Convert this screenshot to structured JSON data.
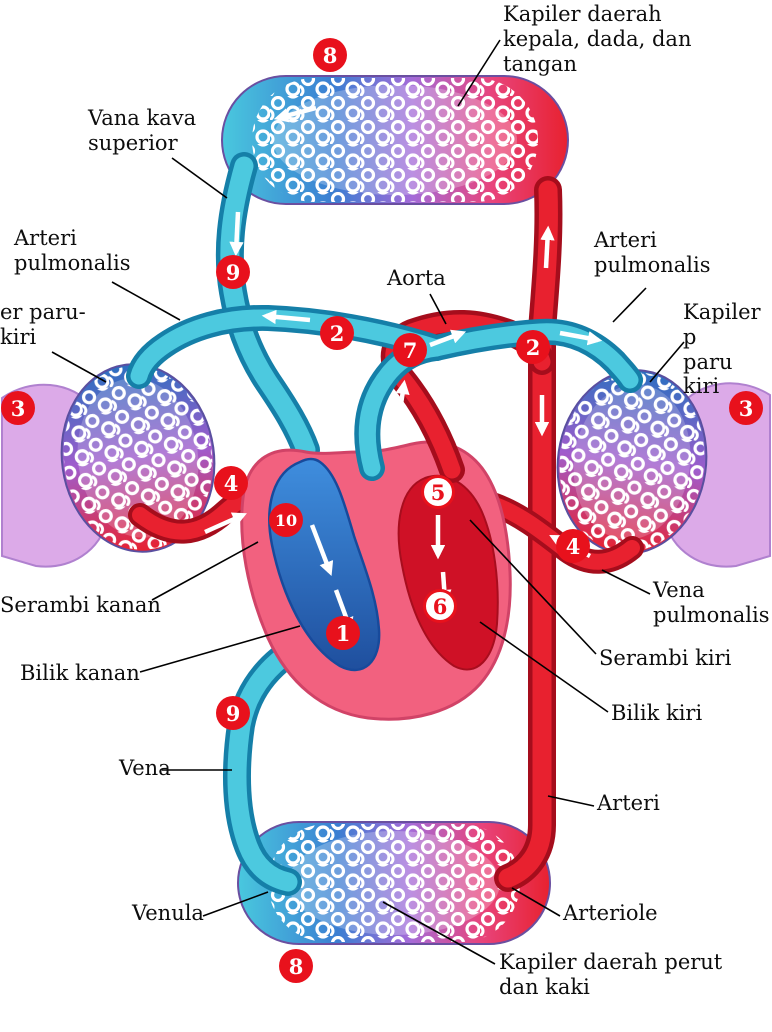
{
  "figure": {
    "colors": {
      "background": "#ffffff",
      "artery_red": "#e8212f",
      "artery_dark": "#a50d1c",
      "vein_cyan": "#4cc9df",
      "vein_blue": "#2b6fc0",
      "lung_purple": "#dcaae8",
      "heart_pink": "#f2617f",
      "badge_red": "#e8111c",
      "text": "#0d0d0d"
    },
    "labels": [
      {
        "id": "kapiler-kepala",
        "text": "Kapiler daerah\nkepala, dada, dan\ntangan"
      },
      {
        "id": "vana-kava-superior",
        "text": "Vana kava\nsuperior"
      },
      {
        "id": "arteri-pulmonalis-left",
        "text": "Arteri\npulmonalis"
      },
      {
        "id": "kapiler-paru-left",
        "text": "er paru-\nkiri"
      },
      {
        "id": "aorta",
        "text": "Aorta"
      },
      {
        "id": "arteri-pulmonalis-right",
        "text": "Arteri\npulmonalis"
      },
      {
        "id": "kapiler-paru-right",
        "text": "Kapiler p\nparu kiri"
      },
      {
        "id": "serambi-kanan",
        "text": "Serambi kanan"
      },
      {
        "id": "bilik-kanan",
        "text": "Bilik kanan"
      },
      {
        "id": "vena-pulmonalis",
        "text": "Vena\npulmonalis"
      },
      {
        "id": "serambi-kiri",
        "text": "Serambi kiri"
      },
      {
        "id": "bilik-kiri",
        "text": "Bilik kiri"
      },
      {
        "id": "vena",
        "text": "Vena"
      },
      {
        "id": "arteri",
        "text": "Arteri"
      },
      {
        "id": "venula",
        "text": "Venula"
      },
      {
        "id": "arteriole",
        "text": "Arteriole"
      },
      {
        "id": "kapiler-perut",
        "text": "Kapiler daerah perut\ndan kaki"
      }
    ],
    "badges": [
      {
        "id": "badge-8-top",
        "value": "8"
      },
      {
        "id": "badge-9-top",
        "value": "9"
      },
      {
        "id": "badge-2-left",
        "value": "2"
      },
      {
        "id": "badge-7",
        "value": "7"
      },
      {
        "id": "badge-2-right",
        "value": "2"
      },
      {
        "id": "badge-3-left",
        "value": "3"
      },
      {
        "id": "badge-3-right",
        "value": "3"
      },
      {
        "id": "badge-4-left",
        "value": "4"
      },
      {
        "id": "badge-10",
        "value": "10"
      },
      {
        "id": "badge-5",
        "value": "5"
      },
      {
        "id": "badge-4-right",
        "value": "4"
      },
      {
        "id": "badge-6",
        "value": "6"
      },
      {
        "id": "badge-1",
        "value": "1"
      },
      {
        "id": "badge-9-bottom",
        "value": "9"
      },
      {
        "id": "badge-8-bottom",
        "value": "8"
      }
    ]
  }
}
